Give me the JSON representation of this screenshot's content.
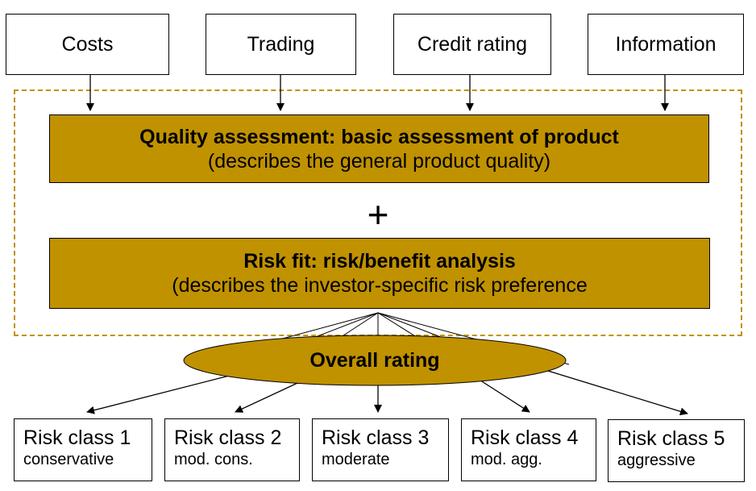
{
  "inputs": [
    {
      "label": "Costs"
    },
    {
      "label": "Trading"
    },
    {
      "label": "Credit rating"
    },
    {
      "label": "Information"
    }
  ],
  "quality": {
    "title": "Quality assessment: basic assessment of product",
    "subtitle": "(describes the general product quality)"
  },
  "plus_sign": "+",
  "risk_fit": {
    "title": "Risk fit: risk/benefit analysis",
    "subtitle": "(describes the investor-specific risk preference"
  },
  "overall": {
    "label": "Overall rating"
  },
  "risk_classes": [
    {
      "title": "Risk class 1",
      "subtitle": "conservative"
    },
    {
      "title": "Risk class 2",
      "subtitle": "mod. cons."
    },
    {
      "title": "Risk class 3",
      "subtitle": "moderate"
    },
    {
      "title": "Risk class 4",
      "subtitle": "mod. agg."
    },
    {
      "title": "Risk class 5",
      "subtitle": "aggressive"
    }
  ],
  "colors": {
    "gold": "#C09200",
    "dashed_frame": "#C09200",
    "border": "#000000"
  }
}
